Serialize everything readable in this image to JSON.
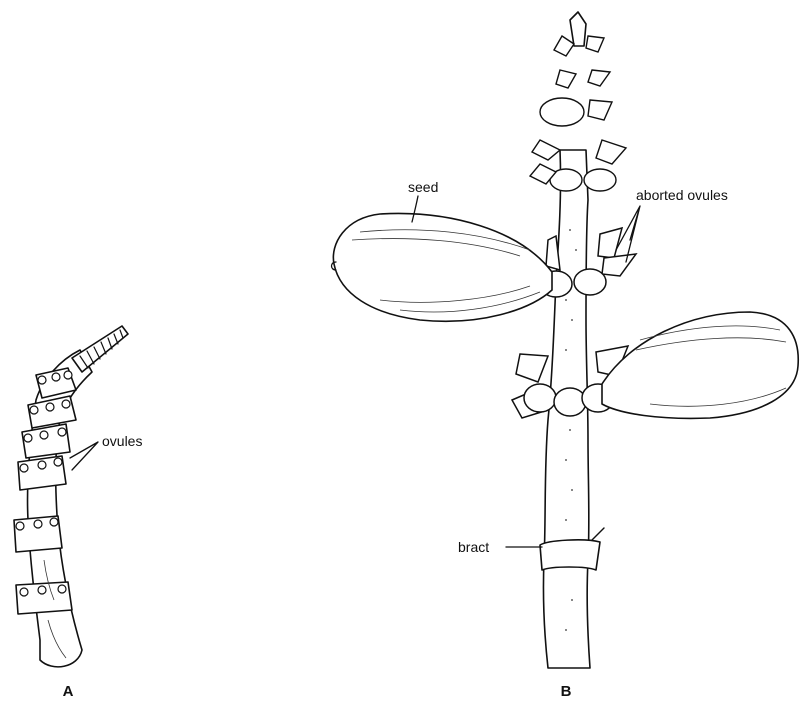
{
  "figure": {
    "panel_a": "A",
    "panel_b": "B",
    "labels": {
      "ovules": "ovules",
      "seed": "seed",
      "aborted_ovules": "aborted ovules",
      "bract": "bract"
    }
  }
}
